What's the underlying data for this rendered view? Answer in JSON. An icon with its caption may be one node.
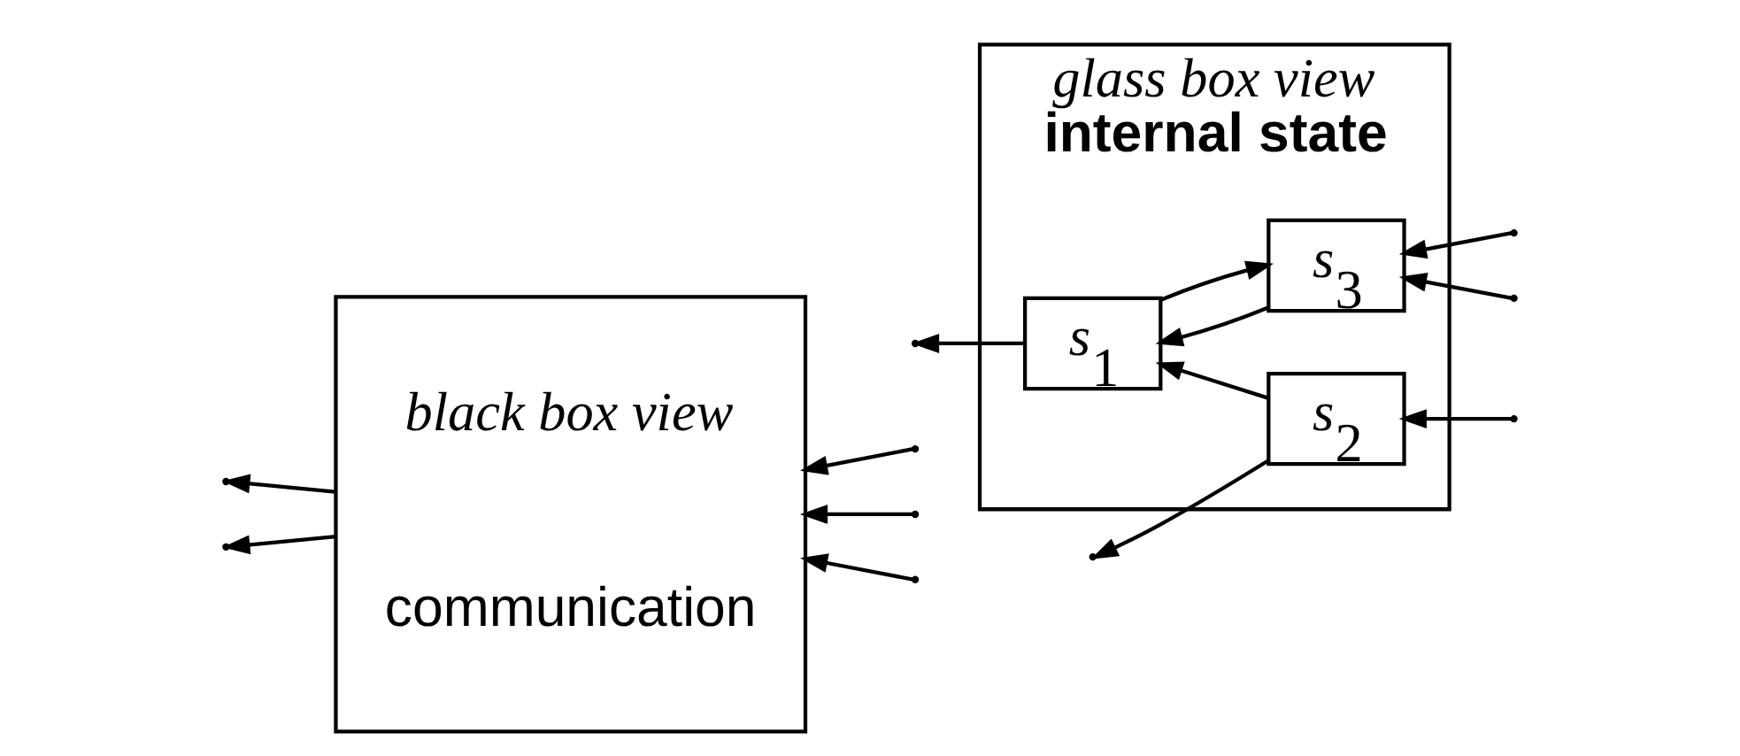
{
  "diagram": {
    "nodes": [
      {
        "text": [
          "black box view",
          "communication"
        ]
      },
      {
        "text": [
          "glass box view",
          "**internal state**"
        ]
      },
      {
        "text": [
          "*s*$_{2}$"
        ],
        "in": 1
      },
      {
        "text": [
          "*s*$_{1}$"
        ],
        "in": 1
      },
      {
        "text": [
          "*s*$_{3}$"
        ],
        "in": 1
      }
    ],
    "edges": [
      {
        "from": null,
        "to": 0,
        "arrow": "to"
      },
      {
        "from": null,
        "to": 0,
        "arrow": "to"
      },
      {
        "from": 0,
        "to": null,
        "arrow": "to"
      },
      {
        "from": 0,
        "to": null,
        "arrow": "to"
      },
      {
        "from": null,
        "to": 0,
        "arrow": "to"
      },
      {
        "from": 2,
        "to": null,
        "arrow": "to"
      },
      {
        "from": null,
        "to": 2,
        "arrow": "to"
      },
      {
        "from": 2,
        "to": 3,
        "arrow": "to"
      },
      {
        "from": 3,
        "to": null,
        "arrow": "to"
      },
      {
        "from": 4,
        "to": 3,
        "arrow": "to"
      },
      {
        "from": null,
        "to": 4,
        "arrow": "to"
      },
      {
        "from": null,
        "to": 4,
        "arrow": "to"
      },
      {
        "from": 3,
        "to": 4,
        "arrow": "to"
      }
    ]
  }
}
